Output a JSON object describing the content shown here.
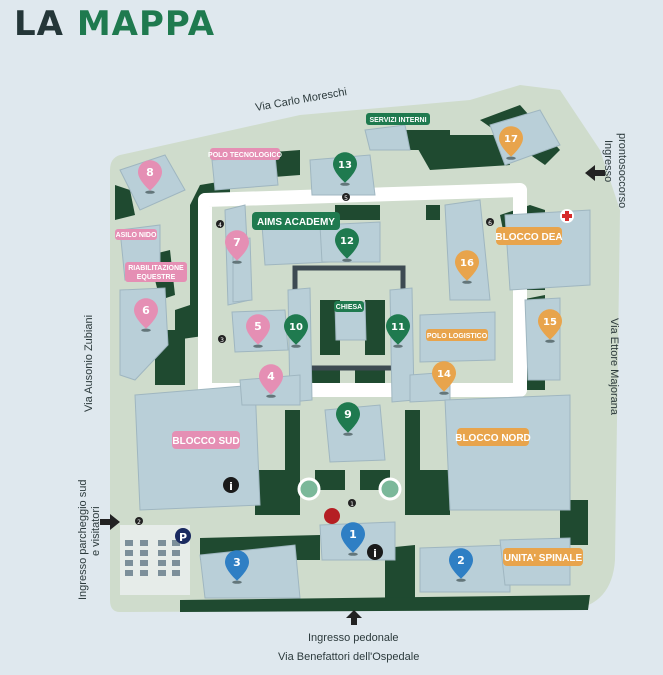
{
  "title": {
    "part1": "LA",
    "part2": "MAPPA"
  },
  "streets": {
    "north": "Via Carlo Moreschi",
    "west": "Via Ausonio Zubiani",
    "east": "Via Ettore Majorana",
    "south": "Via Benefattori dell'Ospedale"
  },
  "entrances": {
    "emergency_line1": "Ingresso",
    "emergency_line2": "prontosoccorso",
    "parking_line1": "Ingresso parcheggio sud",
    "parking_line2": "e visitatori",
    "pedestrian": "Ingresso pedonale"
  },
  "labels": {
    "polo_tecnologico": "POLO TECNOLOGICO",
    "servizi_interni": "SERVIZI INTERNI",
    "aims_academy": "AIMS ACADEMY",
    "asilo_nido": "ASILO NIDO",
    "riabilitazione_1": "RIABILITAZIONE",
    "riabilitazione_2": "EQUESTRE",
    "chiesa": "CHIESA",
    "polo_logistico": "POLO LOGISTICO",
    "blocco_dea": "BLOCCO DEA",
    "blocco_sud": "BLOCCO SUD",
    "blocco_nord": "BLOCCO NORD",
    "unita_spinale": "UNITA' SPINALE"
  },
  "pins": {
    "p1": "1",
    "p2": "2",
    "p3": "3",
    "p4": "4",
    "p5": "5",
    "p6": "6",
    "p7": "7",
    "p8": "8",
    "p9": "9",
    "p10": "10",
    "p11": "11",
    "p12": "12",
    "p13": "13",
    "p14": "14",
    "p15": "15",
    "p16": "16",
    "p17": "17"
  },
  "markers": {
    "m1": "1",
    "m2": "2",
    "m3": "3",
    "m4": "4",
    "m5": "5",
    "m6": "6"
  },
  "info_symbol": "i",
  "parking_symbol": "P",
  "colors": {
    "green_pin": "#1f7a4f",
    "pink_pin": "#e58fb4",
    "orange_pin": "#e8a44c",
    "blue_pin": "#2f7fc4",
    "building": "#b9cfd8",
    "grass": "#1f4a30",
    "ground": "#cfdccc"
  }
}
